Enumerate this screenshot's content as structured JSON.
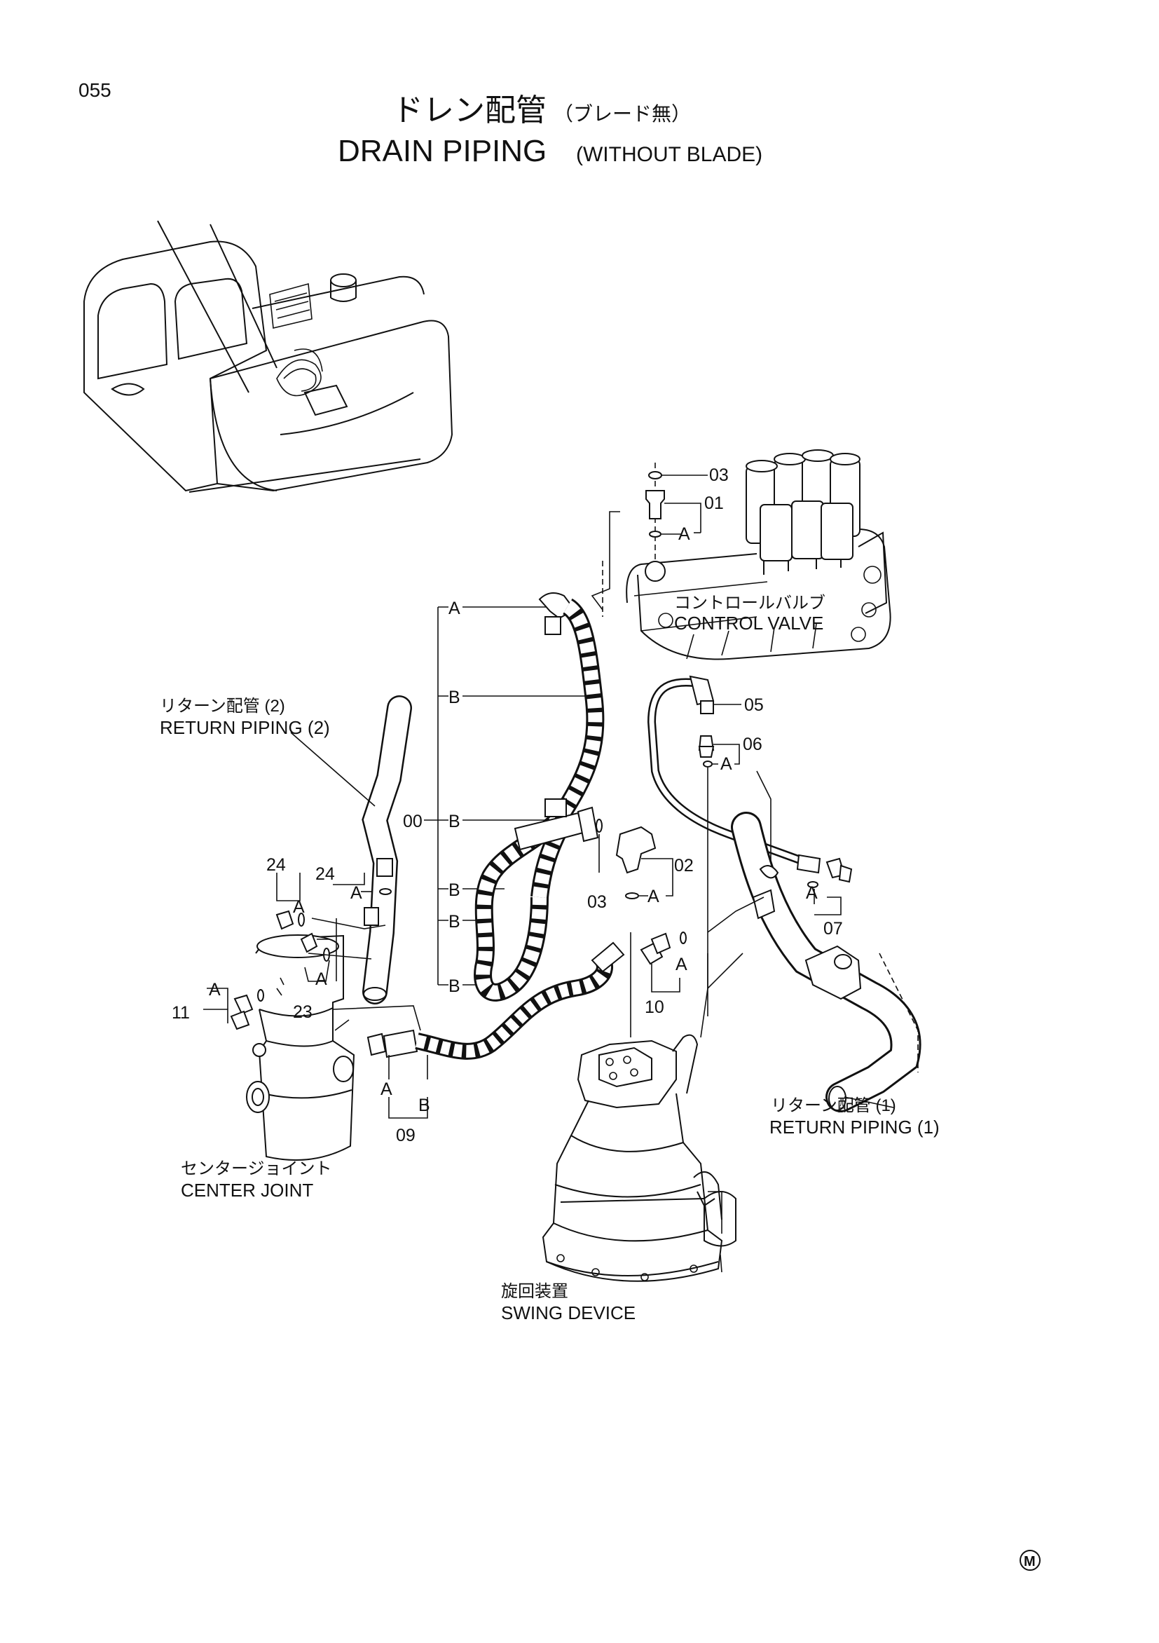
{
  "page": {
    "number": "055"
  },
  "title": {
    "ja_main": "ドレン配管",
    "ja_sub": "（ブレード無）",
    "en_main": "DRAIN PIPING",
    "en_sub": "(WITHOUT BLADE)"
  },
  "components": {
    "control_valve": {
      "ja": "コントロールバルブ",
      "en": "CONTROL VALVE"
    },
    "return_piping_2": {
      "ja": "リターン配管 (2)",
      "en": "RETURN PIPING (2)"
    },
    "return_piping_1": {
      "ja": "リターン配管 (1)",
      "en": "RETURN PIPING (1)"
    },
    "center_joint": {
      "ja": "センタージョイント",
      "en": "CENTER JOINT"
    },
    "swing_device": {
      "ja": "旋回装置",
      "en": "SWING DEVICE"
    }
  },
  "part_numbers": {
    "p00": "00",
    "p01": "01",
    "p02": "02",
    "p03a": "03",
    "p03b": "03",
    "p05": "05",
    "p06": "06",
    "p07": "07",
    "p09": "09",
    "p10": "10",
    "p11": "11",
    "p23": "23",
    "p24a": "24",
    "p24b": "24"
  },
  "connection_letters": {
    "a": "A",
    "b": "B"
  },
  "mark": "M"
}
